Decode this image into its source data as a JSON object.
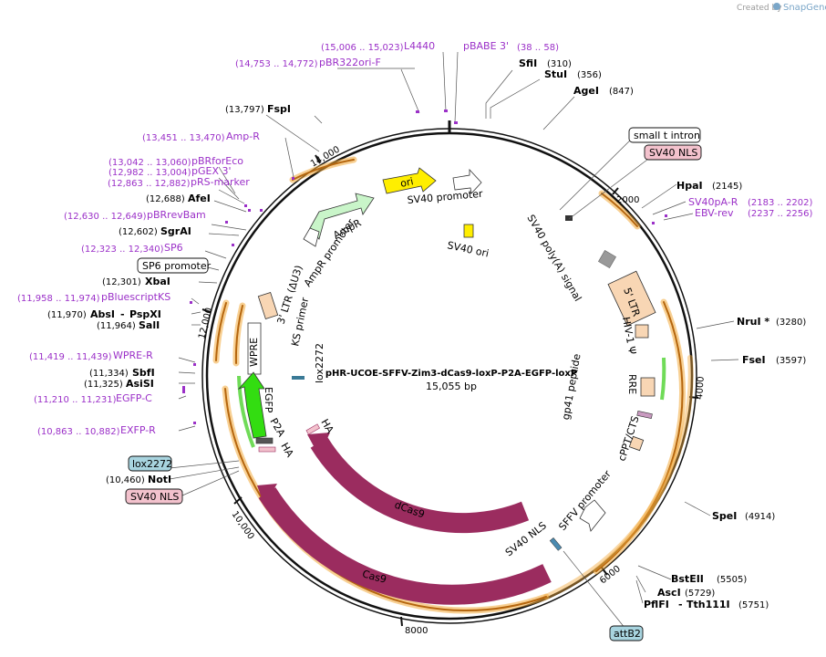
{
  "credit": {
    "prefix": "Created by",
    "brand": "SnapGene"
  },
  "plasmid": {
    "name": "pHR-UCOE-SFFV-Zim3-dCas9-loxP-P2A-EGFP-loxP",
    "length": "15,055 bp"
  },
  "ticks": [
    "2000",
    "4000",
    "6000",
    "8000",
    "10,000",
    "12,000",
    "14,000"
  ],
  "right_labels": {
    "sfi": {
      "name": "SfiI",
      "coord": "(310)"
    },
    "stu": {
      "name": "StuI",
      "coord": "(356)"
    },
    "age": {
      "name": "AgeI",
      "coord": "(847)"
    },
    "small_t": "small t intron",
    "sv40nls_top": "SV40 NLS",
    "hpa": {
      "name": "HpaI",
      "coord": "(2145)"
    },
    "sv40pa": {
      "name": "SV40pA-R",
      "coord": "(2183 .. 2202)"
    },
    "ebv": {
      "name": "EBV-rev",
      "coord": "(2237 .. 2256)"
    },
    "nru": {
      "name": "NruI *",
      "coord": "(3280)"
    },
    "fse": {
      "name": "FseI",
      "coord": "(3597)"
    },
    "spe": {
      "name": "SpeI",
      "coord": "(4914)"
    },
    "bst": {
      "name": "BstEII",
      "coord": "(5505)"
    },
    "asc": {
      "name": "AscI",
      "coord": "(5729)"
    },
    "pfl": {
      "name": "PflFI",
      "sep": "-",
      "name2": "Tth111I",
      "coord": "(5751)"
    },
    "attb2": "attB2"
  },
  "top_labels": {
    "l4440": {
      "name": "L4440",
      "coord": "(15,006 .. 15,023)"
    },
    "pbabe": {
      "name": "pBABE 3'",
      "coord": "(38 .. 58)"
    },
    "pbr322": {
      "name": "pBR322ori-F",
      "coord": "(14,753 .. 14,772)"
    }
  },
  "left_labels": {
    "fsp": {
      "name": "FspI",
      "coord": "(13,797)"
    },
    "ampr_p": {
      "name": "Amp-R",
      "coord": "(13,451 .. 13,470)"
    },
    "pbrfor": {
      "name": "pBRforEco",
      "coord": "(13,042 .. 13,060)"
    },
    "pgex": {
      "name": "pGEX 3'",
      "coord": "(12,982 .. 13,004)"
    },
    "prs": {
      "name": "pRS-marker",
      "coord": "(12,863 .. 12,882)"
    },
    "afe": {
      "name": "AfeI",
      "coord": "(12,688)"
    },
    "pbrrev": {
      "name": "pBRrevBam",
      "coord": "(12,630 .. 12,649)"
    },
    "sgra": {
      "name": "SgrAI",
      "coord": "(12,602)"
    },
    "sp6": {
      "name": "SP6",
      "coord": "(12,323 .. 12,340)"
    },
    "sp6prom": "SP6 promoter",
    "xba": {
      "name": "XbaI",
      "coord": "(12,301)"
    },
    "pbs": {
      "name": "pBluescriptKS",
      "coord": "(11,958 .. 11,974)"
    },
    "abs": {
      "name": "AbsI",
      "sep": "-",
      "name2": "PspXI",
      "coord": "(11,970)"
    },
    "sal": {
      "name": "SalI",
      "coord": "(11,964)"
    },
    "wprer": {
      "name": "WPRE-R",
      "coord": "(11,419 .. 11,439)"
    },
    "sbf": {
      "name": "SbfI",
      "coord": "(11,334)"
    },
    "asis": {
      "name": "AsiSI",
      "coord": "(11,325)"
    },
    "egfpc": {
      "name": "EGFP-C",
      "coord": "(11,210 .. 11,231)"
    },
    "exfp": {
      "name": "EXFP-R",
      "coord": "(10,863 .. 10,882)"
    },
    "lox_box": "lox2272",
    "not": {
      "name": "NotI",
      "coord": "(10,460)"
    },
    "sv40nls_box": "SV40 NLS"
  },
  "features": {
    "ori": "ori",
    "sv40_promoter": "SV40 promoter",
    "sv40_ori": "SV40 ori",
    "ampr": "AmpR",
    "ampr_promoter": "AmpR promoter",
    "ltr3": "3' LTR (ΔU3)",
    "ks_primer": "KS primer",
    "lox2272_in": "lox2272",
    "wpre": "WPRE",
    "egfp": "EGFP",
    "p2a": "P2A",
    "ha1": "HA",
    "ha2": "HA",
    "sv40_polya": "SV40 poly(A) signal",
    "ltr5": "5' LTR",
    "hiv_psi": "HIV-1 Ψ",
    "rre": "RRE",
    "gp41": "gp41 peptide",
    "cppt": "cPPT/CTS",
    "sffv": "SFFV promoter",
    "sv40nls_in": "SV40 NLS",
    "dcas9": "dCas9",
    "cas9": "Cas9"
  },
  "colors": {
    "backbone": "#111111",
    "primer": "#9b30c8",
    "cas9": "#9b2c5f",
    "orf": "#f2a93b",
    "egfp": "#33dd11",
    "ori": "#ffee00",
    "ampr": "#c9f5c9",
    "ltr": "#f8d6b4",
    "marker_box": "#a8d4df",
    "nls_box": "#f3c2cd"
  }
}
